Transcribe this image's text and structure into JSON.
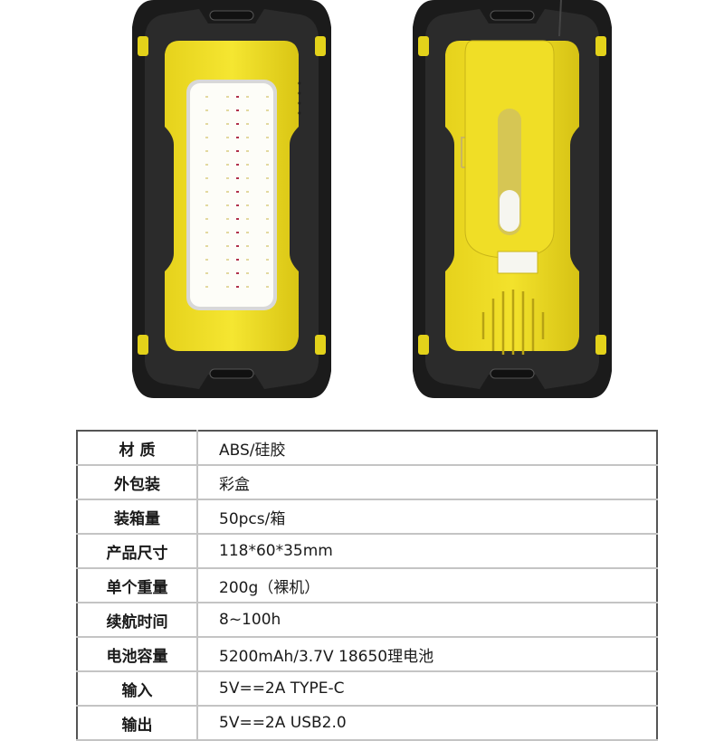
{
  "images": {
    "front_view": {
      "description": "Front view of worklight with COB LED panel",
      "body_color": "#1c1c1c",
      "accent_color": "#f2e22a",
      "led_panel_color": "#fdfdf8"
    },
    "back_view": {
      "description": "Back view with belt clip and speaker grille",
      "body_color": "#1c1c1c",
      "accent_color": "#f2e22a"
    }
  },
  "specs": {
    "rows": [
      {
        "label": "材 质",
        "value": "ABS/硅胶"
      },
      {
        "label": "外包装",
        "value": "彩盒"
      },
      {
        "label": "装箱量",
        "value": "50pcs/箱"
      },
      {
        "label": "产品尺寸",
        "value": "118*60*35mm"
      },
      {
        "label": "单个重量",
        "value": "200g（裸机）"
      },
      {
        "label": "续航时间",
        "value": "8~100h"
      },
      {
        "label": "电池容量",
        "value": "5200mAh/3.7V  18650理电池"
      },
      {
        "label": "输入",
        "value": "5V==2A  TYPE-C"
      },
      {
        "label": "输出",
        "value": "5V==2A  USB2.0"
      }
    ]
  }
}
